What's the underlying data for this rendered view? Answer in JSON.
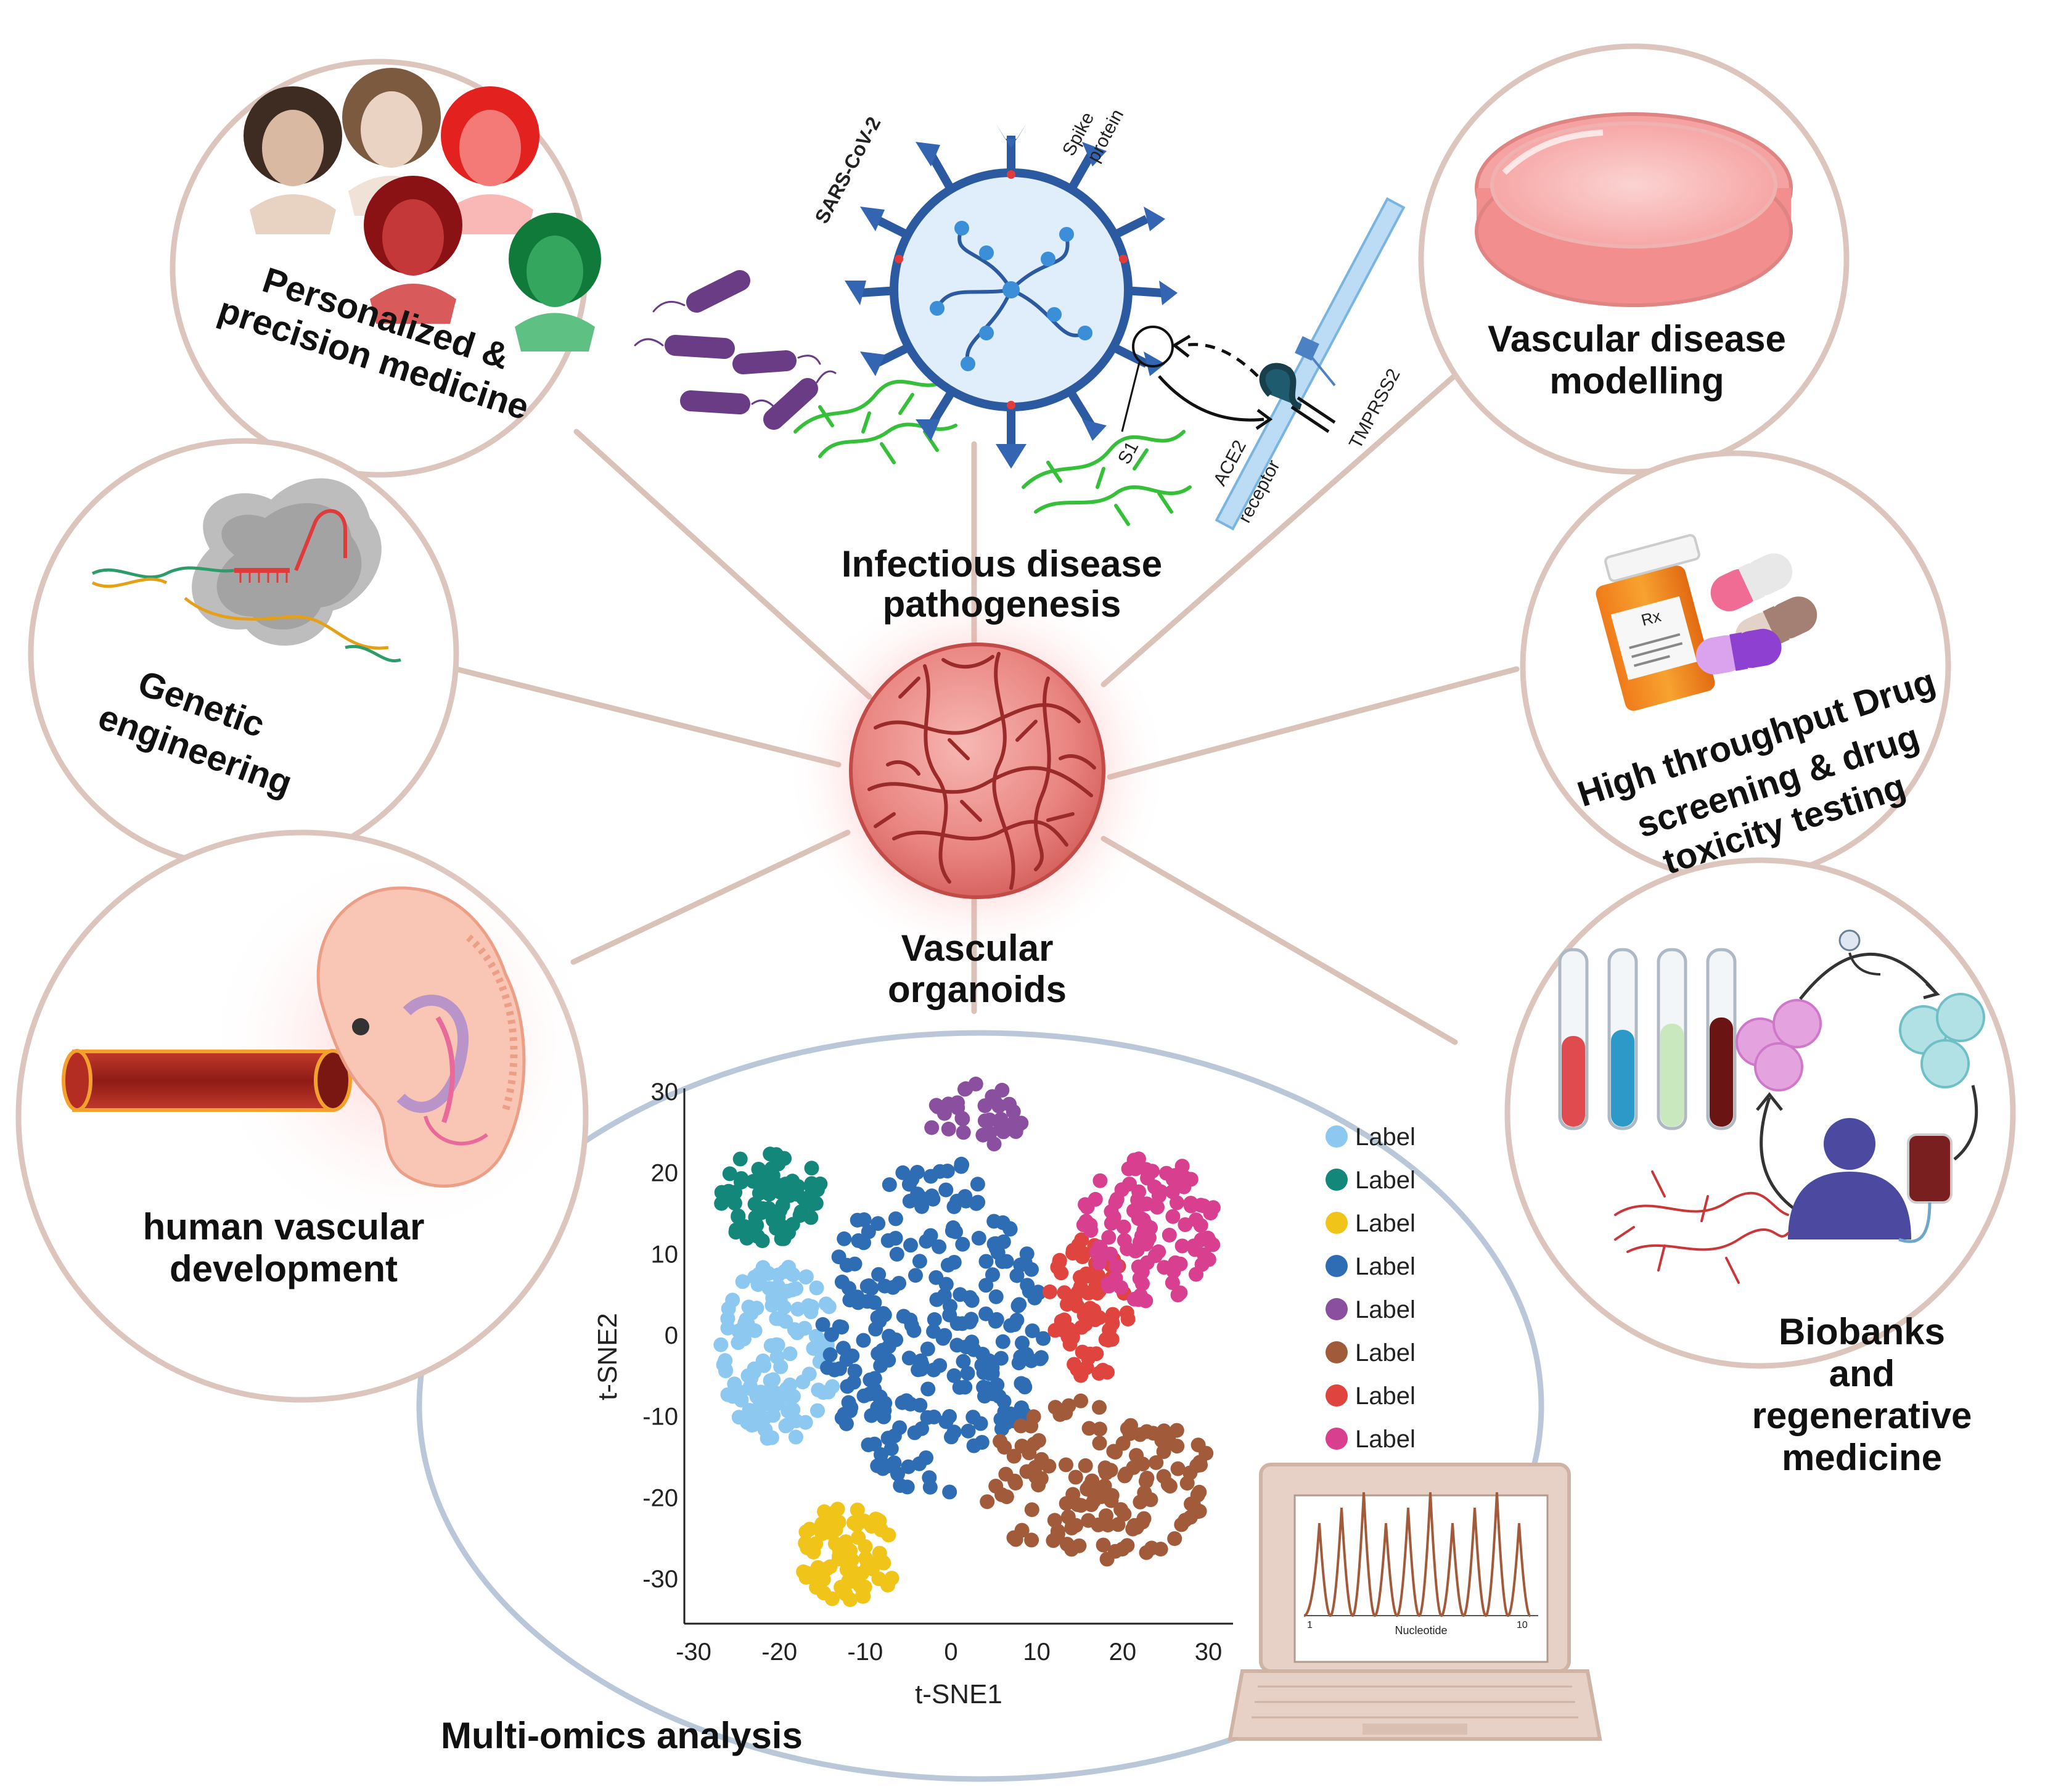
{
  "center": {
    "label_line1": "Vascular",
    "label_line2": "organoids"
  },
  "nodes": {
    "personalized": {
      "line1": "Personalized &",
      "line2": "precision medicine"
    },
    "infectious": {
      "line1": "Infectious disease",
      "line2": "pathogenesis",
      "virus_label": "SARS-CoV-2",
      "spike_line1": "Spike",
      "spike_line2": "protein",
      "s1_label": "S1",
      "ace2_line1": "ACE2",
      "ace2_line2": "receptor",
      "tmprss2_label": "TMPRSS2"
    },
    "vascular_disease": {
      "line1": "Vascular disease",
      "line2": "modelling"
    },
    "genetic": {
      "line1": "Genetic",
      "line2": "engineering"
    },
    "drug": {
      "line1": "High throughput Drug",
      "line2": "screening & drug",
      "line3": "toxicity testing",
      "rx_label": "Rx"
    },
    "development": {
      "line1": "human vascular",
      "line2": "development"
    },
    "biobanks": {
      "line1": "Biobanks",
      "line2": "and",
      "line3": "regenerative",
      "line4": "medicine"
    },
    "multiomics": {
      "label": "Multi-omics analysis",
      "laptop_xlabel": "Nucleotide",
      "laptop_tick_start": "1",
      "laptop_tick_end": "10"
    }
  },
  "colors": {
    "circle_border": "#dcc5bc",
    "ellipse_border": "#b9c7d8",
    "connector": "#d9c2b8"
  },
  "chart_data": {
    "type": "scatter",
    "xlabel": "t-SNE1",
    "ylabel": "t-SNE2",
    "xlim": [
      -30,
      30
    ],
    "ylim": [
      -35,
      32
    ],
    "xticks": [
      "-30",
      "-20",
      "-10",
      "0",
      "10",
      "20",
      "30"
    ],
    "yticks": [
      "30",
      "20",
      "10",
      "0",
      "-10",
      "-20",
      "-30"
    ],
    "legend_position": "right",
    "series": [
      {
        "name": "Label",
        "color": "#8cc8ef",
        "center": [
          -20,
          -2
        ],
        "spread": [
          7,
          11
        ],
        "n": 130
      },
      {
        "name": "Label",
        "color": "#13877a",
        "center": [
          -21,
          17
        ],
        "spread": [
          6,
          6
        ],
        "n": 75
      },
      {
        "name": "Label",
        "color": "#f0c419",
        "center": [
          -12,
          -27
        ],
        "spread": [
          6,
          6
        ],
        "n": 75
      },
      {
        "name": "Label",
        "color": "#2e6db4",
        "center": [
          -2,
          1
        ],
        "spread": [
          13,
          21
        ],
        "n": 260
      },
      {
        "name": "Label",
        "color": "#8a4f9e",
        "center": [
          3,
          27
        ],
        "spread": [
          6,
          4
        ],
        "n": 35
      },
      {
        "name": "Label",
        "color": "#a15a3a",
        "center": [
          17,
          -18
        ],
        "spread": [
          14,
          10
        ],
        "n": 140
      },
      {
        "name": "Label",
        "color": "#e0443e",
        "center": [
          16,
          3
        ],
        "spread": [
          5,
          9
        ],
        "n": 75
      },
      {
        "name": "Label",
        "color": "#d83f8f",
        "center": [
          23,
          13
        ],
        "spread": [
          8,
          9
        ],
        "n": 110
      }
    ]
  }
}
